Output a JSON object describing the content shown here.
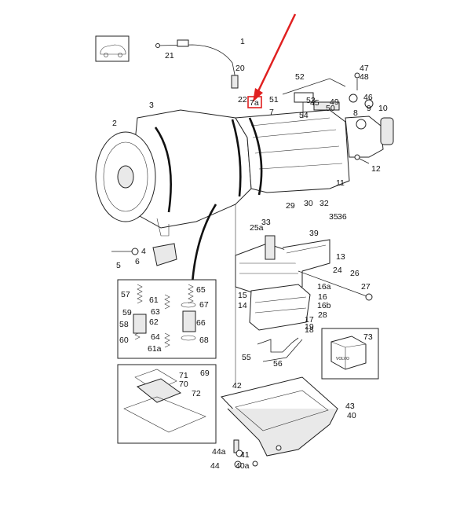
{
  "callouts": [
    "1",
    "2",
    "3",
    "4",
    "5",
    "6",
    "7",
    "8",
    "9",
    "10",
    "11",
    "12",
    "13",
    "14",
    "15",
    "16",
    "17",
    "18",
    "19",
    "20",
    "21",
    "22",
    "24",
    "26",
    "27",
    "28",
    "29",
    "32",
    "33",
    "36",
    "39",
    "40",
    "41",
    "42",
    "43",
    "44",
    "45",
    "46",
    "47",
    "48",
    "49",
    "50",
    "51",
    "52",
    "53",
    "54",
    "55",
    "56",
    "57",
    "58",
    "59",
    "60",
    "61",
    "62",
    "63",
    "64",
    "65",
    "66",
    "67",
    "68",
    "69",
    "70",
    "71",
    "72",
    "73",
    "7a",
    "16a",
    "16b",
    "25a",
    "30",
    "35",
    "61a",
    "44a",
    "40a"
  ],
  "highlight": {
    "label": "7a",
    "color": "#e02020"
  },
  "badge": {
    "text": "VOLVO"
  }
}
